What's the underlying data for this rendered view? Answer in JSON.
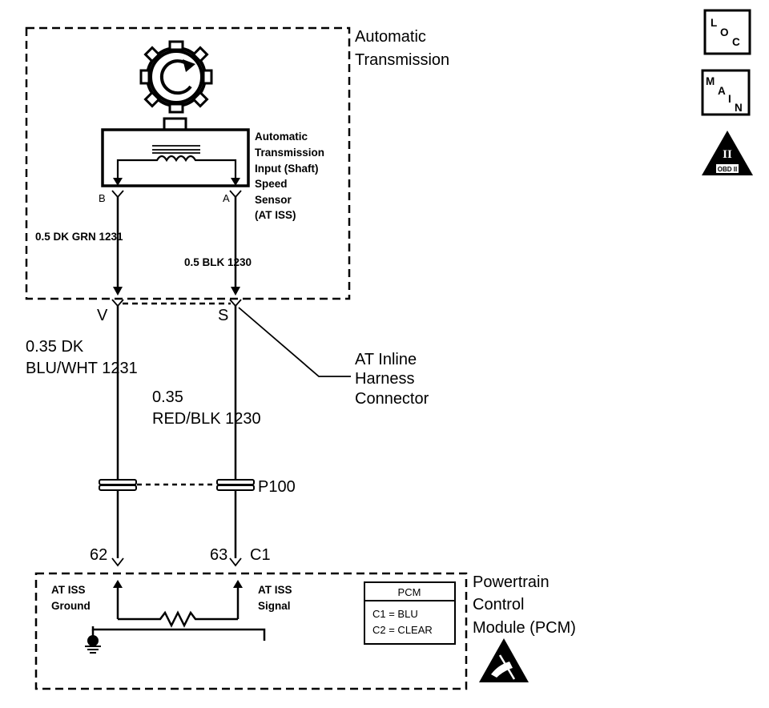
{
  "transmission": {
    "title_line1": "Automatic",
    "title_line2": "Transmission"
  },
  "sensor": {
    "label_lines": [
      "Automatic",
      "Transmission",
      "Input (Shaft)",
      "Speed",
      "Sensor",
      "(AT ISS)"
    ],
    "pin_b": "B",
    "pin_a": "A"
  },
  "wires": {
    "upper_left": "0.5 DK GRN  1231",
    "upper_right": "0.5 BLK  1230",
    "lower_left_line1": "0.35 DK",
    "lower_left_line2": "BLU/WHT  1231",
    "lower_right_line1": "0.35",
    "lower_right_line2": "RED/BLK  1230"
  },
  "inline_connector": {
    "pin_v": "V",
    "pin_s": "S",
    "label_line1": "AT Inline",
    "label_line2": "Harness",
    "label_line3": "Connector"
  },
  "splice": {
    "label": "P100"
  },
  "pcm_connector": {
    "pin_62": "62",
    "pin_63": "63",
    "connector": "C1"
  },
  "pcm": {
    "title_line1": "Powertrain",
    "title_line2": "Control",
    "title_line3": "Module (PCM)",
    "ground_line1": "AT ISS",
    "ground_line2": "Ground",
    "signal_line1": "AT ISS",
    "signal_line2": "Signal",
    "legend_title": "PCM",
    "legend_c1": "C1 = BLU",
    "legend_c2": "C2 = CLEAR"
  },
  "badges": {
    "loc": [
      "L",
      "O",
      "C"
    ],
    "main": [
      "M",
      "A",
      "I",
      "N"
    ],
    "obd_numeral": "II",
    "obd_text": "OBD II"
  }
}
